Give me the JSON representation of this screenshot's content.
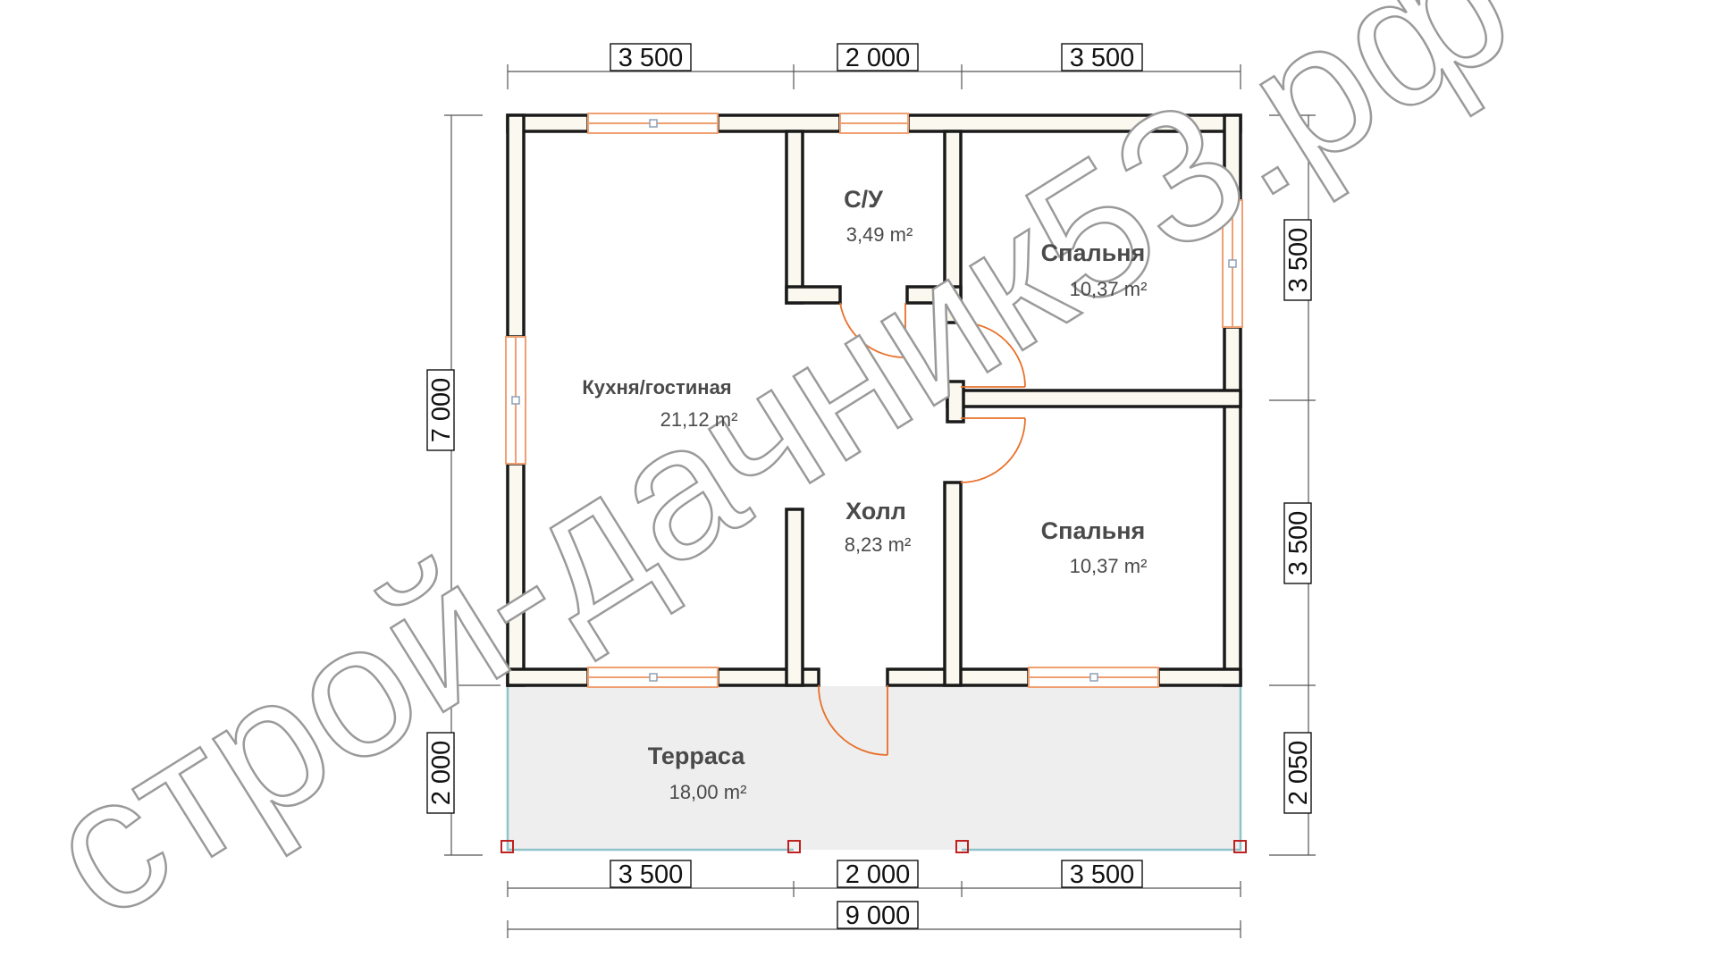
{
  "plan": {
    "rooms": {
      "kitchen": {
        "name": "Кухня/гостиная",
        "area": "21,12 m²"
      },
      "bathroom": {
        "name": "С/У",
        "area": "3,49 m²"
      },
      "bedroom1": {
        "name": "Спальня",
        "area": "10,37 m²"
      },
      "bedroom2": {
        "name": "Спальня",
        "area": "10,37 m²"
      },
      "hall": {
        "name": "Холл",
        "area": "8,23 m²"
      },
      "terrace": {
        "name": "Терраса",
        "area": "18,00 m²"
      }
    },
    "dimensions": {
      "top": [
        "3 500",
        "2 000",
        "3 500"
      ],
      "bottom": [
        "3 500",
        "2 000",
        "3 500"
      ],
      "total": "9 000",
      "left": [
        "7 000",
        "2 000"
      ],
      "right": [
        "3 500",
        "3 500",
        "2 050"
      ]
    },
    "watermark": "строй-дачник53.рф",
    "colors": {
      "wall": "#1a1a1a",
      "wall_fill": "#fbf8ef",
      "door": "#e8702a",
      "window": "#f0a070",
      "terrace": "#eeeeee",
      "terrace_line": "#8fc3c9",
      "post": "#c02020"
    }
  }
}
